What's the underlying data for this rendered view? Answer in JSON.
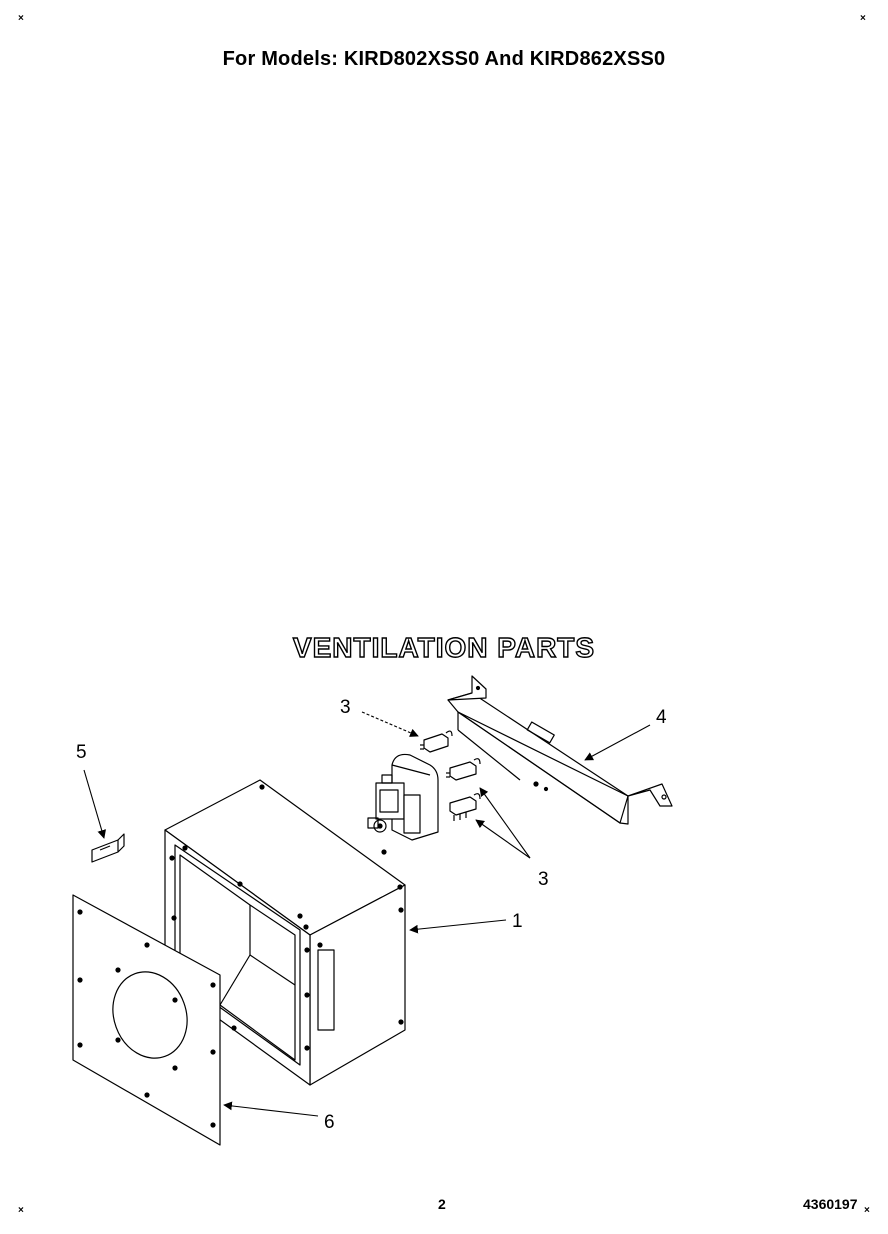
{
  "header": {
    "models_title": "For Models: KIRD802XSS0 And KIRD862XSS0"
  },
  "section": {
    "title": "VENTILATION PARTS"
  },
  "callouts": {
    "c1": "1",
    "c3_top": "3",
    "c3_bottom": "3",
    "c4": "4",
    "c5": "5",
    "c6": "6"
  },
  "footer": {
    "page_number": "2",
    "part_number": "4360197"
  },
  "corner_mark": "×"
}
